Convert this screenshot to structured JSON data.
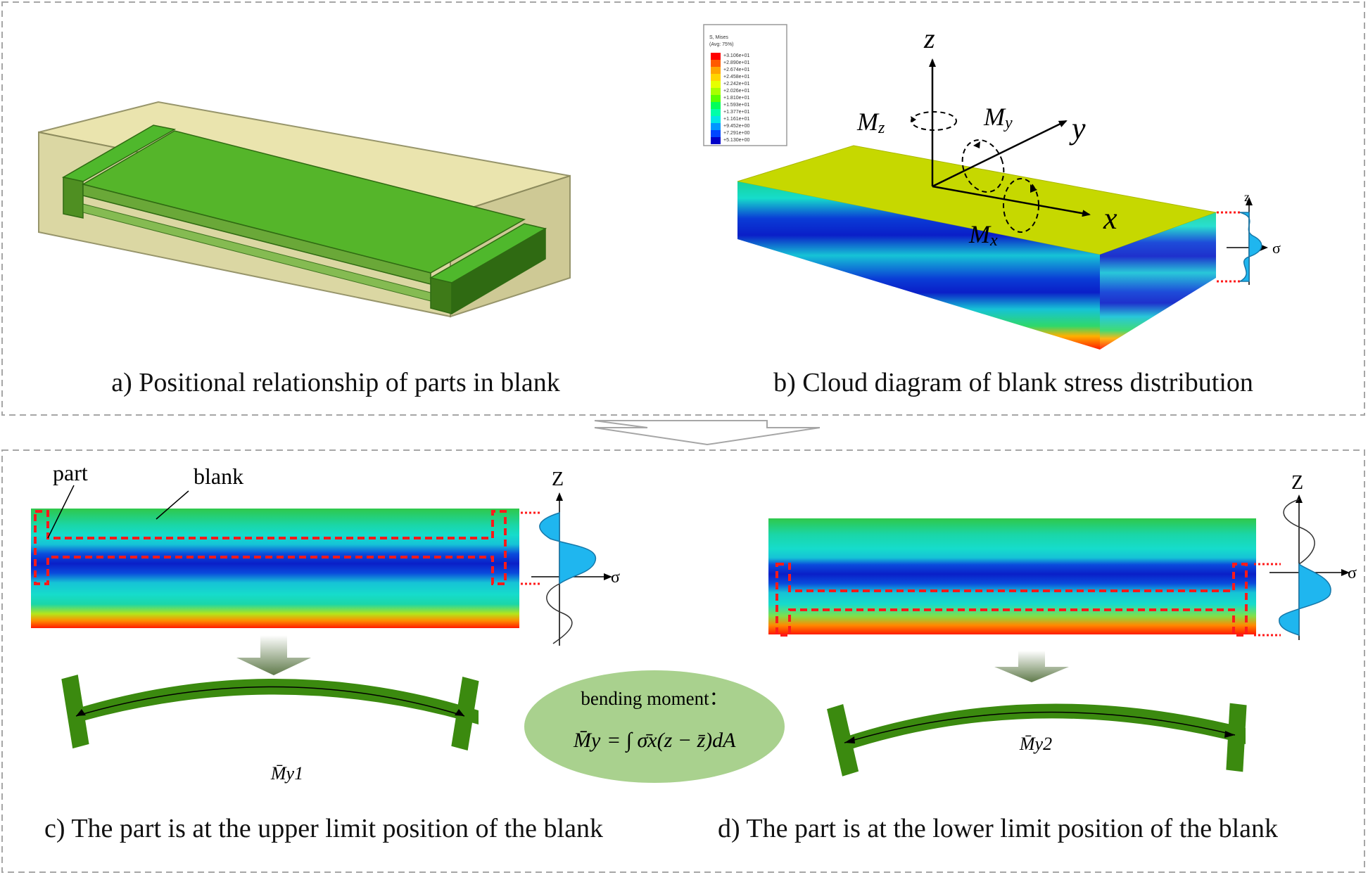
{
  "captions": {
    "a": "a) Positional relationship of parts in blank",
    "b": "b) Cloud diagram of blank stress distribution",
    "c": "c) The part is at the upper limit position of the blank",
    "d": "d) The part is at the lower limit position of the blank"
  },
  "panel_b": {
    "legend_title": "S, Mises",
    "legend_subtitle": "(Avg: 75%)",
    "legend_values": [
      "+3.106e+01",
      "+2.890e+01",
      "+2.674e+01",
      "+2.458e+01",
      "+2.242e+01",
      "+2.026e+01",
      "+1.810e+01",
      "+1.593e+01",
      "+1.377e+01",
      "+1.161e+01",
      "+9.452e+00",
      "+7.291e+00",
      "+5.130e+00"
    ],
    "legend_colors": [
      "#ff0000",
      "#ff5a00",
      "#ffa500",
      "#ffd500",
      "#e6ff00",
      "#a8ff00",
      "#5aff00",
      "#00ff5a",
      "#00ffa8",
      "#00e6e6",
      "#0096ff",
      "#0046ff",
      "#0000c8"
    ],
    "axis_x": "x",
    "axis_y": "y",
    "axis_z": "z",
    "moment_x": "M",
    "moment_x_sub": "x",
    "moment_y": "M",
    "moment_y_sub": "y",
    "moment_z": "M",
    "moment_z_sub": "z",
    "plot_z": "z",
    "plot_sigma": "σ"
  },
  "panel_c": {
    "label_part": "part",
    "label_blank": "blank",
    "plot_z": "Z",
    "plot_sigma": "σ",
    "moment_label": "M̄y1"
  },
  "panel_d": {
    "plot_z": "Z",
    "plot_sigma": "σ",
    "moment_label": "M̄y2"
  },
  "formula": {
    "title": "bending moment：",
    "lhs": "M̄y",
    "rhs": "= ∫ σ̄x(z − z̄)dA"
  },
  "colors": {
    "frame": "#a6a6a6",
    "part_green": "#3b8a0f",
    "arrow_green": "#5f7a4a",
    "ellipse_green": "#a9d18e",
    "dash_red": "#ff1a1a",
    "stress_fill": "#1fb6ef"
  }
}
